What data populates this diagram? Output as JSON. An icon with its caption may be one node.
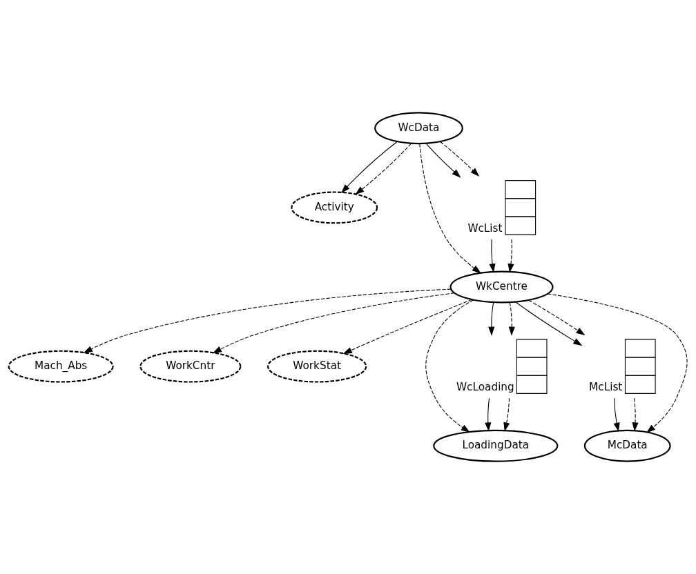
{
  "diagram": {
    "nodes": [
      {
        "text": [
          "WcData"
        ]
      },
      {
        "text": [
          "Activity"
        ]
      },
      {
        "text": [
          "Mach_Abs"
        ]
      },
      {
        "text": [
          "WorkCntr"
        ]
      },
      {
        "text": [
          "WorkStat"
        ]
      },
      {
        "text": [
          "WkCentre"
        ]
      },
      {
        "text": [
          "LoadingData"
        ]
      },
      {
        "text": [
          "WcList"
        ]
      },
      {
        "text": [
          "WcLoading"
        ]
      },
      {
        "text": [
          "McList"
        ]
      },
      {
        "text": [
          "McData"
        ]
      }
    ],
    "edges": [
      {
        "from": 0,
        "to": 1,
        "arrow": "to"
      },
      {
        "from": 0,
        "to": 1,
        "arrow": "to",
        "style": "dashed"
      },
      {
        "from": 5,
        "to": 2,
        "arrow": "to",
        "style": "dashed"
      },
      {
        "from": 5,
        "to": 3,
        "arrow": "to",
        "style": "dashed"
      },
      {
        "from": 5,
        "to": 4,
        "arrow": "to",
        "style": "dashed"
      },
      {
        "from": 0,
        "to": 5,
        "arrow": "to",
        "style": "dashed"
      },
      {
        "from": 0,
        "to": 7,
        "arrow": "to"
      },
      {
        "from": 0,
        "to": 7,
        "arrow": "to",
        "style": "dashed"
      },
      {
        "from": 7,
        "to": 5,
        "arrow": "to"
      },
      {
        "from": 7,
        "to": 5,
        "arrow": "to",
        "style": "dashed"
      },
      {
        "from": 5,
        "to": 6,
        "arrow": "to",
        "style": "dashed"
      },
      {
        "from": 5,
        "to": 8,
        "arrow": "to"
      },
      {
        "from": 5,
        "to": 8,
        "arrow": "to",
        "style": "dashed"
      },
      {
        "from": 8,
        "to": 6,
        "arrow": "to"
      },
      {
        "from": 8,
        "to": 6,
        "arrow": "to",
        "style": "dashed"
      },
      {
        "from": 5,
        "to": 9,
        "arrow": "to"
      },
      {
        "from": 5,
        "to": 9,
        "arrow": "to",
        "style": "dashed"
      },
      {
        "from": 5,
        "to": 10,
        "arrow": "to",
        "style": "dashed"
      },
      {
        "from": 9,
        "to": 10,
        "arrow": "to"
      },
      {
        "from": 9,
        "to": 10,
        "arrow": "to",
        "style": "dashed"
      }
    ]
  }
}
